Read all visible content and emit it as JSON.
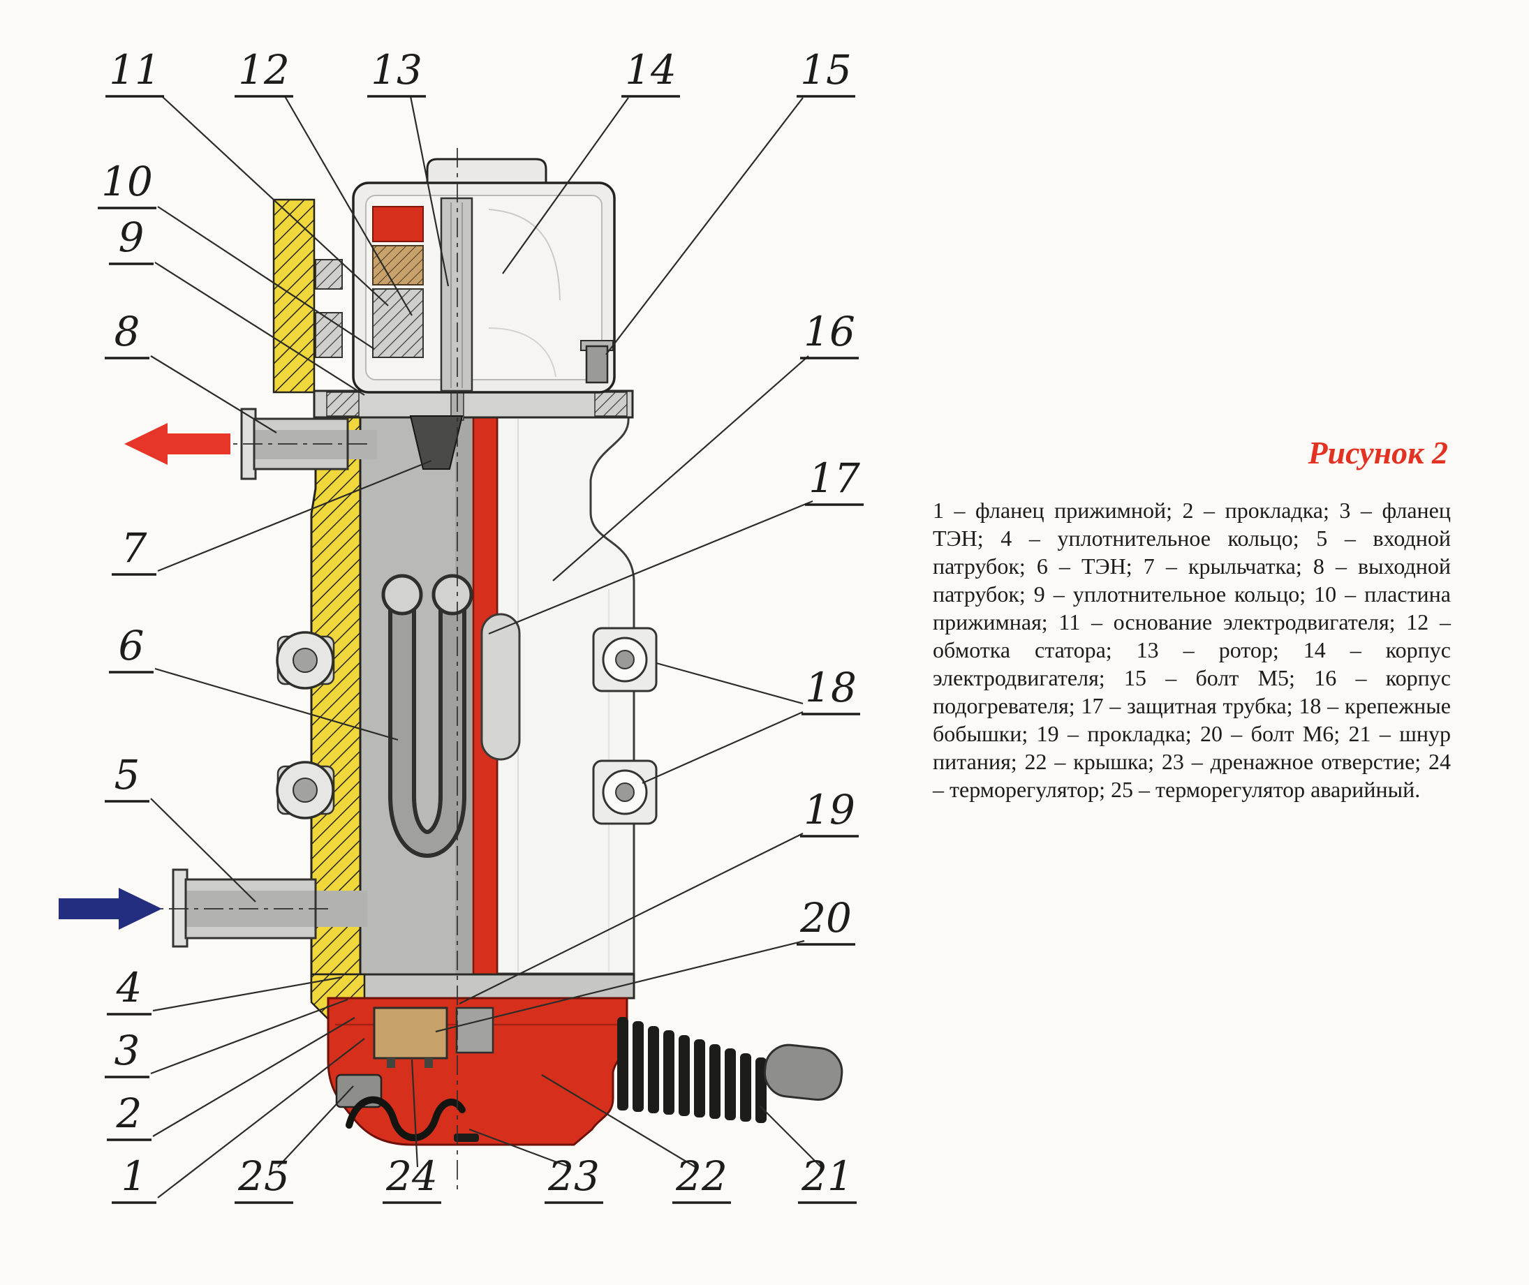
{
  "figure": {
    "title": "Рисунок 2",
    "legend": "1 – фланец прижимной; 2 – прокладка; 3 – фланец ТЭН; 4 – уплотнительное кольцо; 5 – входной патрубок; 6 – ТЭН; 7 – крыльчатка; 8 – выходной патрубок; 9 – уплотнительное кольцо; 10 – пластина прижимная; 11 – основание электродвигателя; 12 – обмотка статора; 13 – ротор; 14 – корпус электродвигателя; 15 – болт М5; 16 – корпус подогревателя; 17 – защитная трубка; 18 – крепежные бобышки; 19 – прокладка; 20 – болт М6; 21 – шнур питания; 22 – крышка; 23 – дренажное отверстие; 24 – терморегулятор; 25 – терморегулятор аварийный."
  },
  "parts": [
    {
      "num": "1",
      "name": "фланец прижимной"
    },
    {
      "num": "2",
      "name": "прокладка"
    },
    {
      "num": "3",
      "name": "фланец ТЭН"
    },
    {
      "num": "4",
      "name": "уплотнительное кольцо"
    },
    {
      "num": "5",
      "name": "входной патрубок"
    },
    {
      "num": "6",
      "name": "ТЭН"
    },
    {
      "num": "7",
      "name": "крыльчатка"
    },
    {
      "num": "8",
      "name": "выходной патрубок"
    },
    {
      "num": "9",
      "name": "уплотнительное кольцо"
    },
    {
      "num": "10",
      "name": "пластина прижимная"
    },
    {
      "num": "11",
      "name": "основание электродвигателя"
    },
    {
      "num": "12",
      "name": "обмотка статора"
    },
    {
      "num": "13",
      "name": "ротор"
    },
    {
      "num": "14",
      "name": "корпус электродвигателя"
    },
    {
      "num": "15",
      "name": "болт М5"
    },
    {
      "num": "16",
      "name": "корпус подогревателя"
    },
    {
      "num": "17",
      "name": "защитная трубка"
    },
    {
      "num": "18",
      "name": "крепежные бобышки"
    },
    {
      "num": "19",
      "name": "прокладка"
    },
    {
      "num": "20",
      "name": "болт М6"
    },
    {
      "num": "21",
      "name": "шнур питания"
    },
    {
      "num": "22",
      "name": "крышка"
    },
    {
      "num": "23",
      "name": "дренажное отверстие"
    },
    {
      "num": "24",
      "name": "терморегулятор"
    },
    {
      "num": "25",
      "name": "терморегулятор аварийный"
    }
  ],
  "callouts": {
    "n1": "1",
    "n2": "2",
    "n3": "3",
    "n4": "4",
    "n5": "5",
    "n6": "6",
    "n7": "7",
    "n8": "8",
    "n9": "9",
    "n10": "10",
    "n11": "11",
    "n12": "12",
    "n13": "13",
    "n14": "14",
    "n15": "15",
    "n16": "16",
    "n17": "17",
    "n18": "18",
    "n19": "19",
    "n20": "20",
    "n21": "21",
    "n22": "22",
    "n23": "23",
    "n24": "24",
    "n25": "25"
  },
  "flow_arrows": {
    "outlet": {
      "direction": "left",
      "color": "#e8352a"
    },
    "inlet": {
      "direction": "right",
      "color": "#232f7e"
    }
  },
  "colors": {
    "section_yellow": "#f0d73c",
    "housing_red": "#d6301d",
    "metal_gray": "#c9c9c7",
    "title_red": "#e23222",
    "text": "#1b1b17",
    "background": "#fbfaf6"
  }
}
